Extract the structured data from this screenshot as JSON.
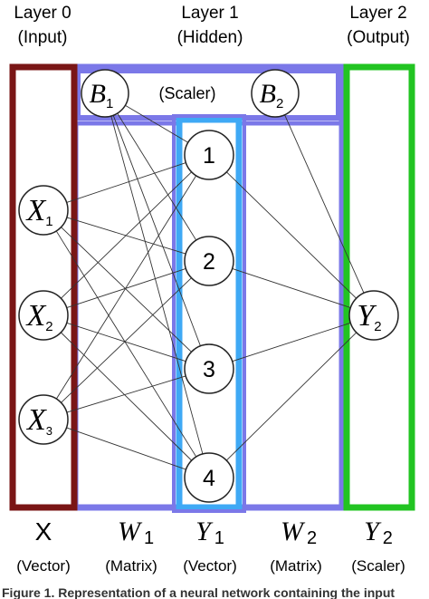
{
  "layers": [
    {
      "name": "Layer 0",
      "role": "(Input)"
    },
    {
      "name": "Layer 1",
      "role": "(Hidden)"
    },
    {
      "name": "Layer 2",
      "role": "(Output)"
    }
  ],
  "bias_label": "(Scaler)",
  "biases": [
    {
      "symbol": "B",
      "sub": "1"
    },
    {
      "symbol": "B",
      "sub": "2"
    }
  ],
  "inputs": [
    {
      "symbol": "X",
      "sub": "1"
    },
    {
      "symbol": "X",
      "sub": "2"
    },
    {
      "symbol": "X",
      "sub": "3"
    }
  ],
  "hidden": [
    "1",
    "2",
    "3",
    "4"
  ],
  "output": {
    "symbol": "Y",
    "sub": "2"
  },
  "bottom_labels": [
    {
      "symbol": "X",
      "sub": "",
      "kind": "(Vector)"
    },
    {
      "symbol": "W",
      "sub": "1",
      "kind": "(Matrix)"
    },
    {
      "symbol": "Y",
      "sub": "1",
      "kind": "(Vector)"
    },
    {
      "symbol": "W",
      "sub": "2",
      "kind": "(Matrix)"
    },
    {
      "symbol": "Y",
      "sub": "2",
      "kind": "(Scaler)"
    }
  ],
  "caption": "Figure 1. Representation of a neural network containing the input",
  "colors": {
    "input_box": "#7a1616",
    "weight_box": "#7b78e8",
    "hidden_box": "#3fa9f5",
    "output_box": "#22c422",
    "edge": "#333333"
  }
}
